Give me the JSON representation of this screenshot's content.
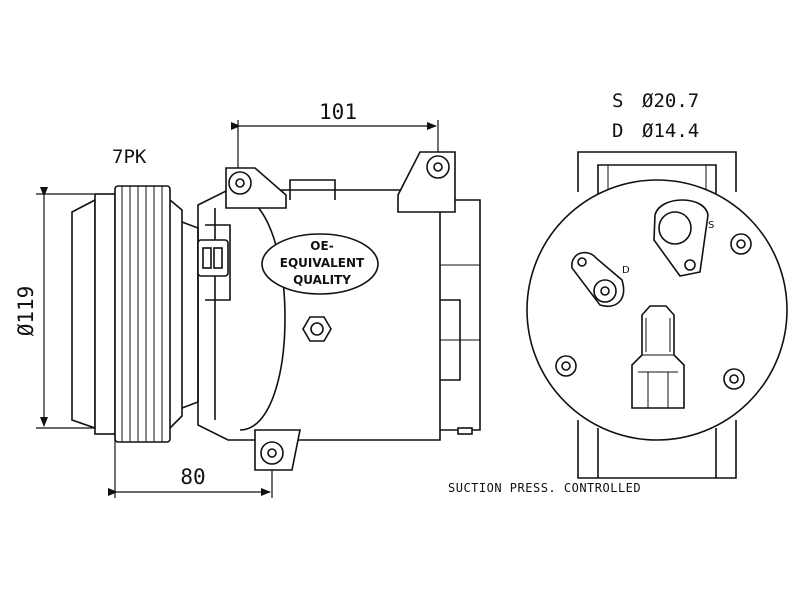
{
  "dimensions": {
    "width_top": "101",
    "width_bottom": "80",
    "pulley_diameter": "Ø119",
    "belt_profile": "7PK"
  },
  "ports": {
    "suction": {
      "letter": "S",
      "size": "Ø20.7"
    },
    "discharge": {
      "letter": "D",
      "size": "Ø14.4"
    }
  },
  "badge": {
    "line1": "OE-",
    "line2": "EQUIVALENT",
    "line3": "QUALITY"
  },
  "labels": {
    "s_port": "S",
    "d_port": "D"
  },
  "note": "SUCTION PRESS. CONTROLLED"
}
